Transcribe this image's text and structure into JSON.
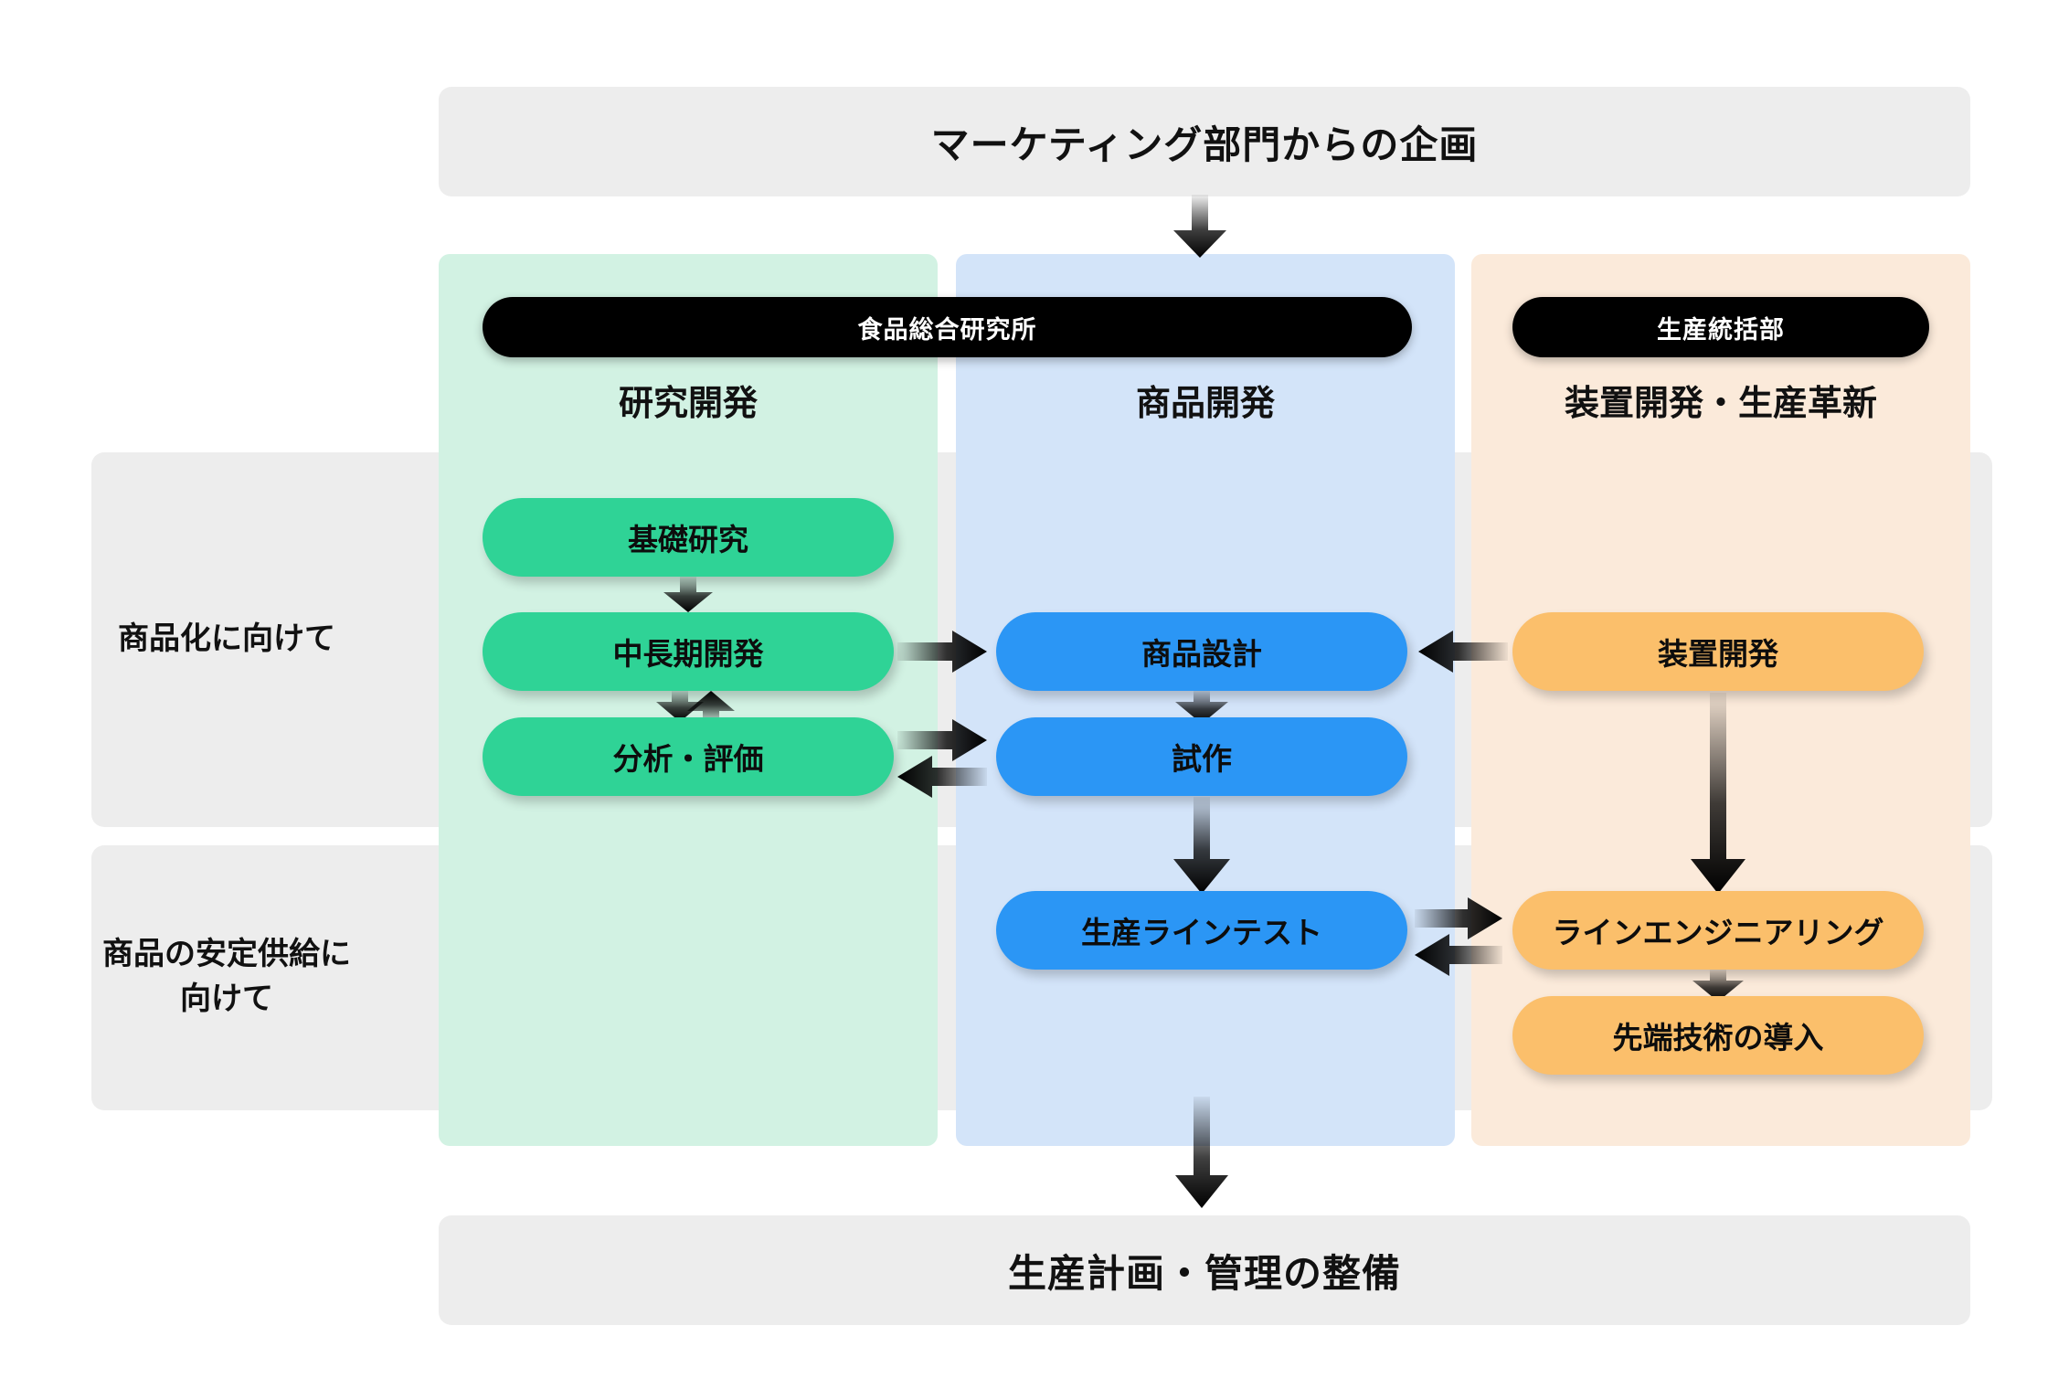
{
  "diagram": {
    "title_top": "マーケティング部門からの企画",
    "title_bottom": "生産計画・管理の整備",
    "organizations": [
      {
        "key": "lab",
        "label": "食品総合研究所"
      },
      {
        "key": "prod",
        "label": "生産統括部"
      }
    ],
    "columns": [
      {
        "key": "rd",
        "caption": "研究開発",
        "color": "#d2f2e3",
        "node_color": "#2fd396"
      },
      {
        "key": "pd",
        "caption": "商品開発",
        "color": "#d3e4f9",
        "node_color": "#2b96f5"
      },
      {
        "key": "eq",
        "caption": "装置開発・生産革新",
        "color": "#fbeada",
        "node_color": "#fbbf6b"
      }
    ],
    "rows": [
      {
        "key": "commercialization",
        "label": "商品化に向けて",
        "band_color": "#ededed"
      },
      {
        "key": "stable_supply",
        "label_line1": "商品の安定供給に",
        "label_line2": "向けて",
        "band_color": "#ededed"
      }
    ],
    "nodes": {
      "basic": "基礎研究",
      "midterm": "中長期開発",
      "analysis": "分析・評価",
      "design": "商品設計",
      "proto": "試作",
      "linetest": "生産ラインテスト",
      "equip": "装置開発",
      "lineeng": "ラインエンジニアリング",
      "advtech": "先端技術の導入"
    },
    "flows": [
      {
        "from": "title_top",
        "to": "design",
        "direction": "down"
      },
      {
        "from": "basic",
        "to": "midterm",
        "direction": "down"
      },
      {
        "from": "midterm",
        "to": "analysis",
        "direction": "down"
      },
      {
        "from": "analysis",
        "to": "midterm",
        "direction": "up"
      },
      {
        "from": "midterm",
        "to": "design",
        "direction": "right"
      },
      {
        "from": "design",
        "to": "proto",
        "direction": "down"
      },
      {
        "from": "analysis",
        "to": "proto",
        "direction": "right"
      },
      {
        "from": "proto",
        "to": "analysis",
        "direction": "left"
      },
      {
        "from": "equip",
        "to": "design",
        "direction": "left"
      },
      {
        "from": "equip",
        "to": "lineeng",
        "direction": "down"
      },
      {
        "from": "proto",
        "to": "linetest",
        "direction": "down"
      },
      {
        "from": "linetest",
        "to": "lineeng",
        "direction": "right"
      },
      {
        "from": "lineeng",
        "to": "linetest",
        "direction": "left"
      },
      {
        "from": "lineeng",
        "to": "advtech",
        "direction": "down"
      },
      {
        "from": "linetest",
        "to": "title_bottom",
        "direction": "down"
      }
    ],
    "palette": {
      "page_background": "#ffffff",
      "band": "#ededed",
      "org_pill": "#000000",
      "text": "#111111",
      "arrow": "#000000"
    }
  }
}
